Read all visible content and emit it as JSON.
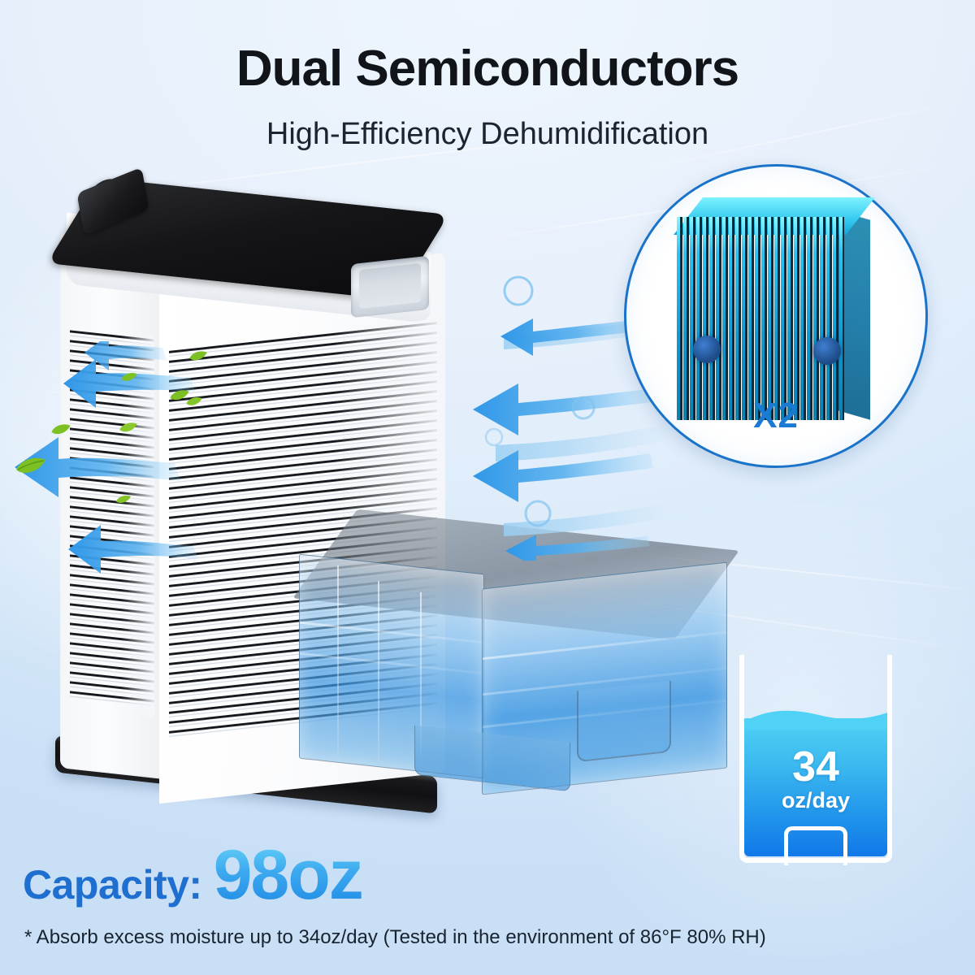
{
  "header": {
    "title": "Dual Semiconductors",
    "subtitle": "High-Efficiency Dehumidification"
  },
  "semiconductor_inset": {
    "multiplier_label": "X2",
    "icon": "heatsink-fins-icon",
    "ring_color": "#1a73c8",
    "fin_color": "#2cc2ee",
    "node_count": 2
  },
  "capacity": {
    "label": "Capacity:",
    "value": "98oz",
    "label_color": "#1f6fd0",
    "value_color": "#3ca9ef"
  },
  "rate_badge": {
    "number": "34",
    "unit": "oz/day",
    "icon": "water-tank-icon",
    "fill_color": "#2196ec",
    "text_color": "#ffffff"
  },
  "product": {
    "name": "dehumidifier-unit",
    "top_panel_color": "#141416",
    "body_color": "#ffffff",
    "base_color": "#141416",
    "tank_label": "water-tank",
    "water_color": "#2896e1"
  },
  "airflow": {
    "arrow_color": "#3aa0ee",
    "leaf_color": "#7cc024",
    "intake_arrow_count": 4,
    "output_arrow_count": 4
  },
  "footnote": {
    "text": "* Absorb excess moisture up to 34oz/day (Tested in the environment of 86°F 80% RH)"
  },
  "colors": {
    "background_top": "#eef5fd",
    "background_bottom": "#c9dff6",
    "title_color": "#111418",
    "accent_blue": "#1a73c8"
  }
}
